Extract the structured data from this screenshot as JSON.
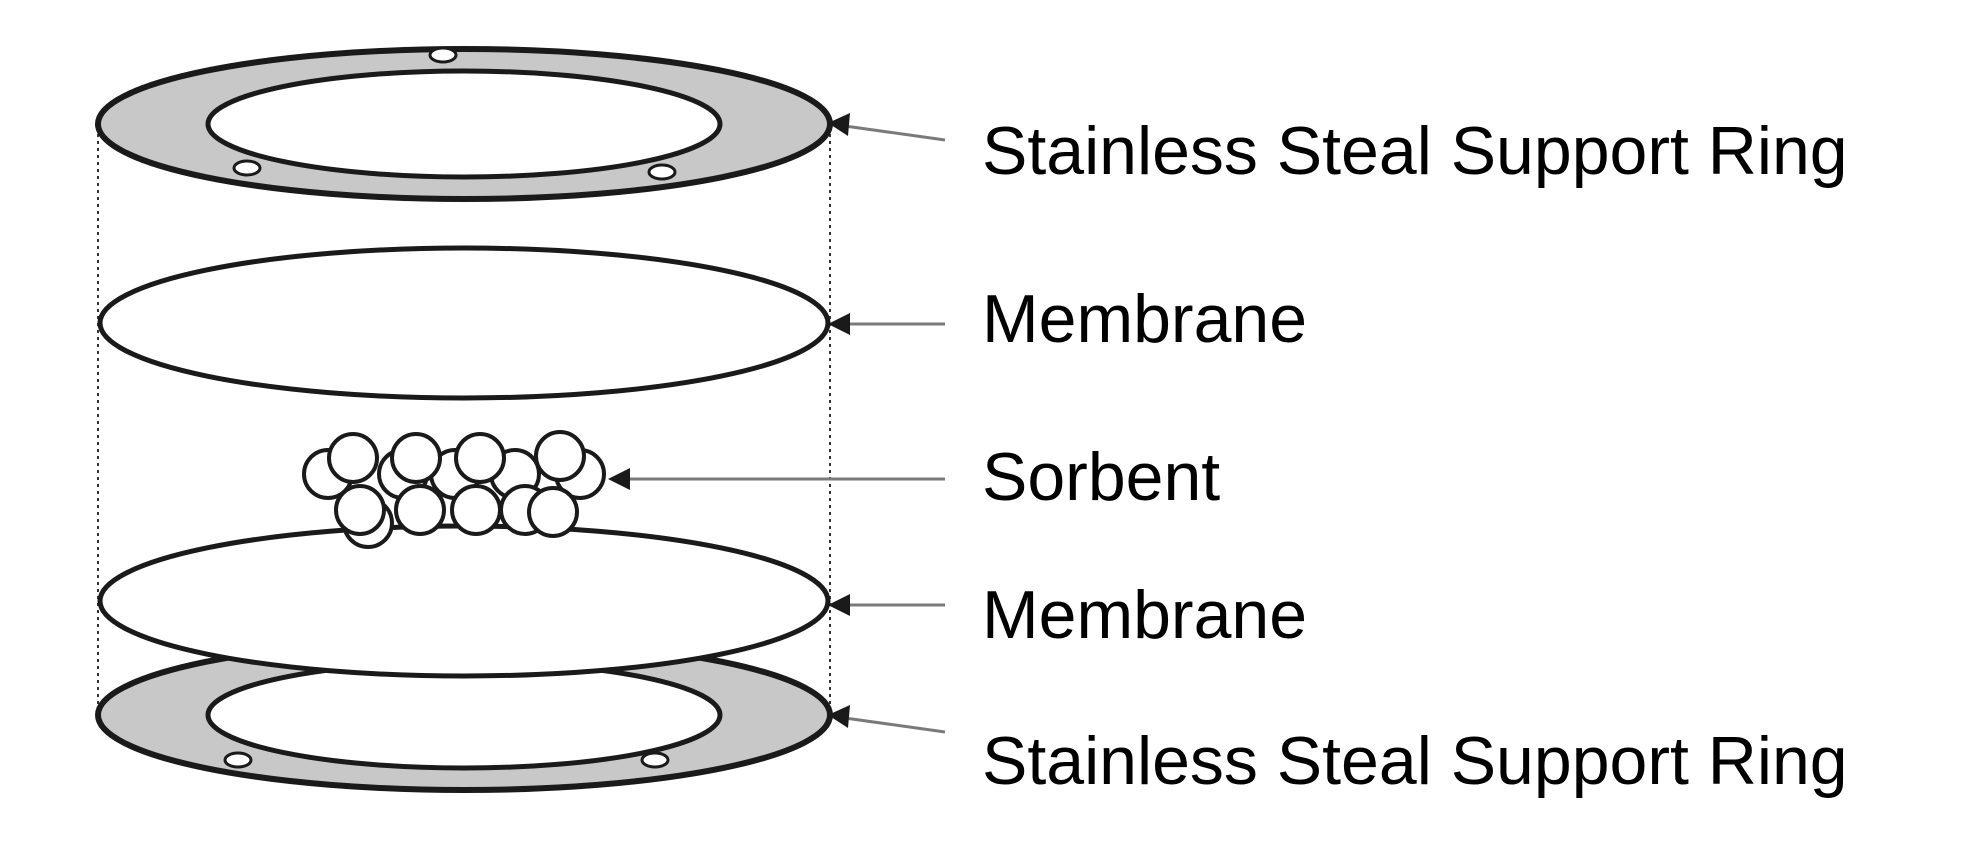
{
  "diagram": {
    "labels": {
      "top_ring": "Stainless Steal Support Ring",
      "top_membrane": "Membrane",
      "sorbent": "Sorbent",
      "bottom_membrane": "Membrane",
      "bottom_ring": "Stainless Steal Support Ring"
    },
    "colors": {
      "ring_fill": "#c8c8c8",
      "stroke": "#1a1a1a",
      "leader": "#7a7a7a",
      "background": "#ffffff"
    }
  }
}
